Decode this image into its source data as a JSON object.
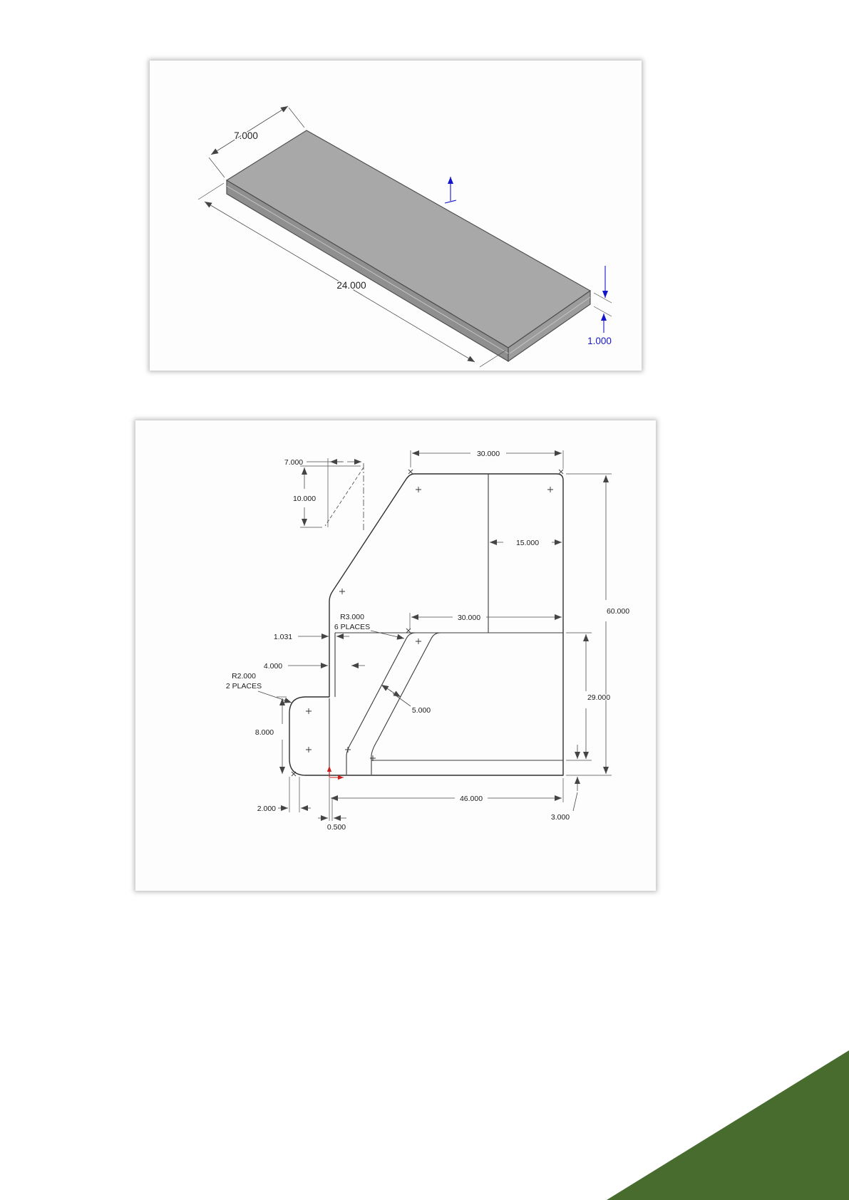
{
  "page": {
    "background": "#ffffff"
  },
  "accent": {
    "triangle_color": "#486c2e"
  },
  "colors": {
    "dim_text": "#1a1a1a",
    "dim_blue": "#1414cc",
    "origin_red": "#cc2020",
    "part_line": "#2f2f2f"
  },
  "iso_view": {
    "width_dim": "7.000",
    "length_dim": "24.000",
    "thickness_dim": "1.000",
    "faces": {
      "top": "#a8a8a8",
      "front": "#8f8f8f",
      "end": "#9c9c9c"
    }
  },
  "sketch_view": {
    "dims": {
      "chamfer_width": "7.000",
      "chamfer_height": "10.000",
      "top_width": "30.000",
      "right_offset": "15.000",
      "overall_height": "60.000",
      "mid_width": "30.000",
      "fillet_note_line1": "R3.000",
      "fillet_note_line2": "6 PLACES",
      "offset_small": "1.031",
      "flange_width": "4.000",
      "tab_radius_line1": "R2.000",
      "tab_radius_line2": "2 PLACES",
      "slot_width": "5.000",
      "right_height": "29.000",
      "tab_height": "8.000",
      "bottom_width": "46.000",
      "tab_offset": "2.000",
      "edge_offset": "0.500",
      "bottom_step": "3.000"
    }
  }
}
